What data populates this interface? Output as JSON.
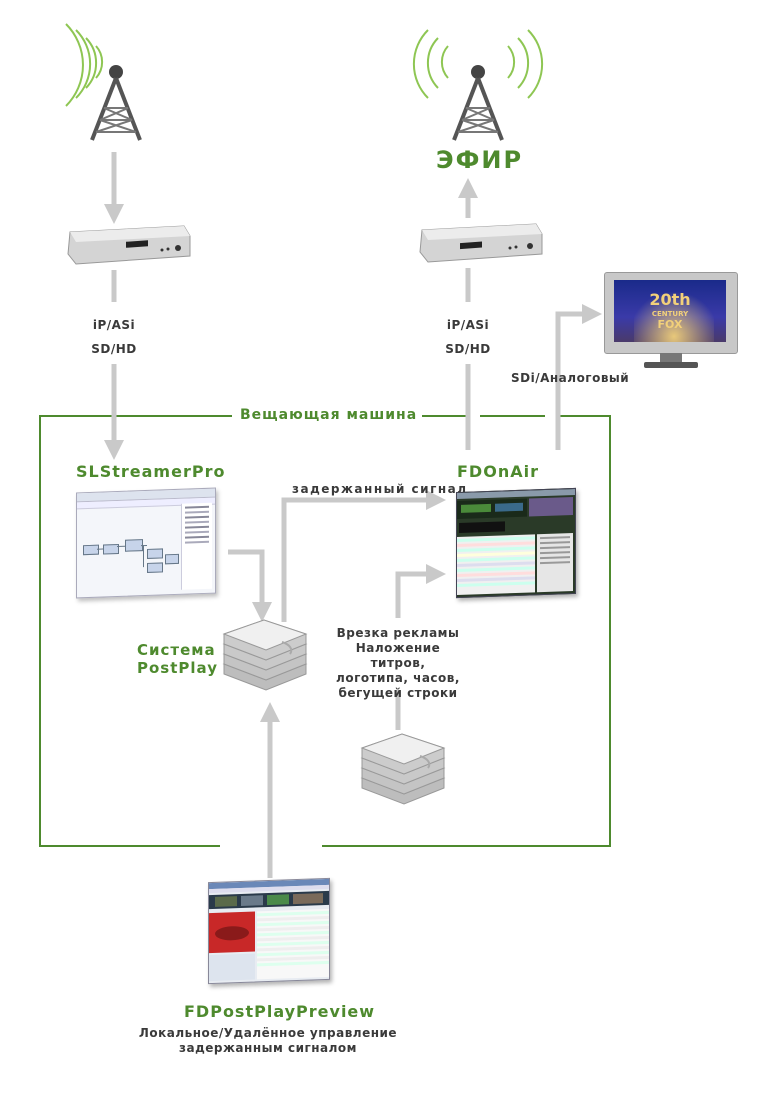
{
  "broadcast_label": "ЭФИР",
  "signal_in": {
    "line1": "iP/ASi",
    "line2": "SD/HD"
  },
  "signal_out": {
    "line1": "iP/ASi",
    "line2": "SD/HD"
  },
  "monitor_link_label": "SDi/Аналоговый",
  "machine_label": "Вещающая машина",
  "slstreamer_label": "SLStreamerPro",
  "fdonair_label": "FDOnAir",
  "delayed_signal_label": "задержанный сигнал",
  "postplay_label": {
    "line1": "Система",
    "line2": "PostPlay"
  },
  "ads_label": {
    "line1": "Врезка рекламы",
    "line2": "Наложение титров,",
    "line3": "логотипа, часов,",
    "line4": "бегущей строки"
  },
  "preview_label": "FDPostPlayPreview",
  "preview_desc": {
    "line1": "Локальное/Удалённое управление",
    "line2": "задержанным сигналом"
  },
  "tv_screen": {
    "line1": "20th",
    "line2": "CENTURY",
    "line3": "FOX"
  },
  "colors": {
    "green": "#4e8a2e",
    "arrow_gray": "#c9c9c9",
    "box_border": "#4e8a2e"
  }
}
